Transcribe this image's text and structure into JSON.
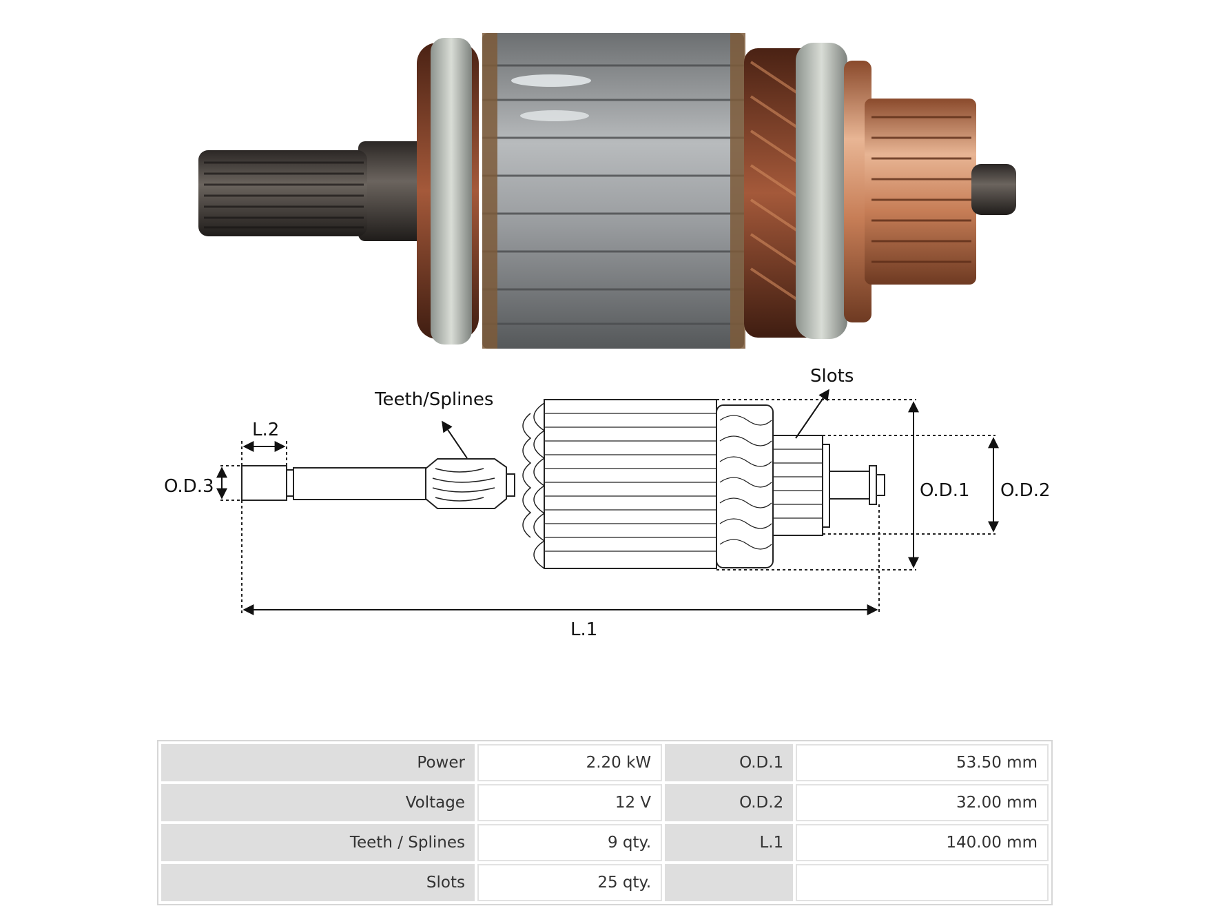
{
  "diagram_labels": {
    "teeth_splines": "Teeth/Splines",
    "slots": "Slots",
    "l2": "L.2",
    "od3": "O.D.3",
    "od1": "O.D.1",
    "od2": "O.D.2",
    "l1": "L.1"
  },
  "specs": [
    {
      "label": "Power",
      "value": "2.20 kW",
      "label2": "O.D.1",
      "value2": "53.50 mm"
    },
    {
      "label": "Voltage",
      "value": "12 V",
      "label2": "O.D.2",
      "value2": "32.00 mm"
    },
    {
      "label": "Teeth / Splines",
      "value": "9 qty.",
      "label2": "L.1",
      "value2": "140.00 mm"
    },
    {
      "label": "Slots",
      "value": "25 qty.",
      "label2": "",
      "value2": ""
    }
  ],
  "colors": {
    "steel": "#8a8d8f",
    "copper": "#b8714a",
    "winding": "#7a3b24",
    "dark_steel": "#3a3633"
  }
}
